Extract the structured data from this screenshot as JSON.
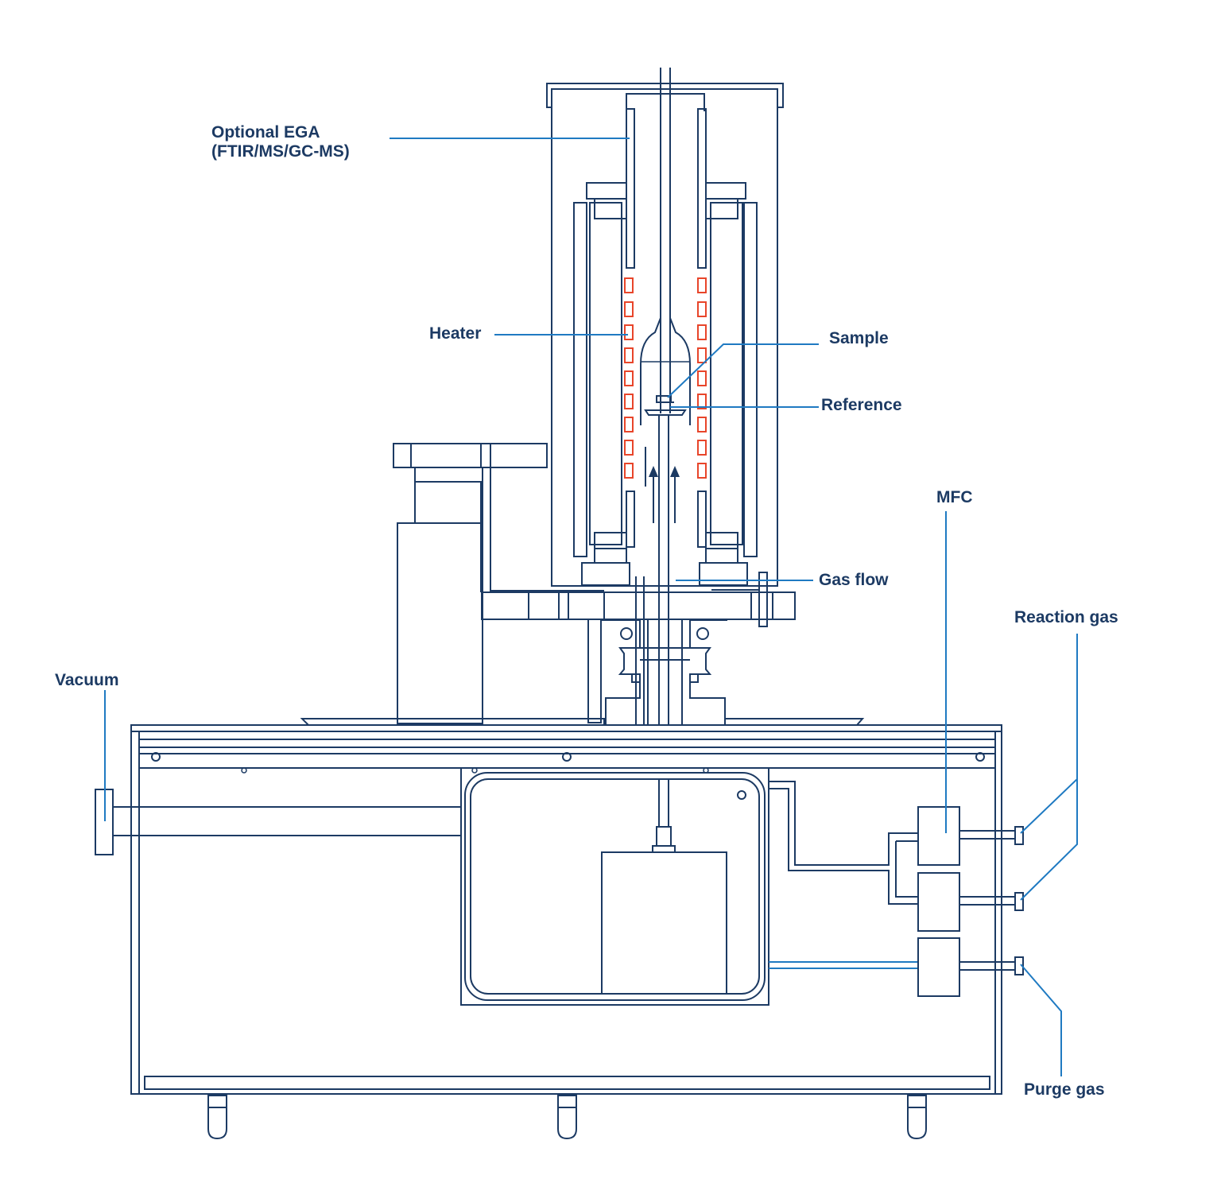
{
  "labels": {
    "ega_line1": "Optional EGA",
    "ega_line2": "(FTIR/MS/GC-MS)",
    "heater": "Heater",
    "sample": "Sample",
    "reference": "Reference",
    "gas_flow": "Gas flow",
    "mfc": "MFC",
    "reaction_gas": "Reaction gas",
    "vacuum": "Vacuum",
    "purge_gas": "Purge gas"
  },
  "colors": {
    "outline": "#1c3a63",
    "leader": "#1f7ac2",
    "heater_element": "#e8452a",
    "background": "#ffffff"
  },
  "icons": {
    "gas_flow_arrows": "up-arrow-icon"
  }
}
